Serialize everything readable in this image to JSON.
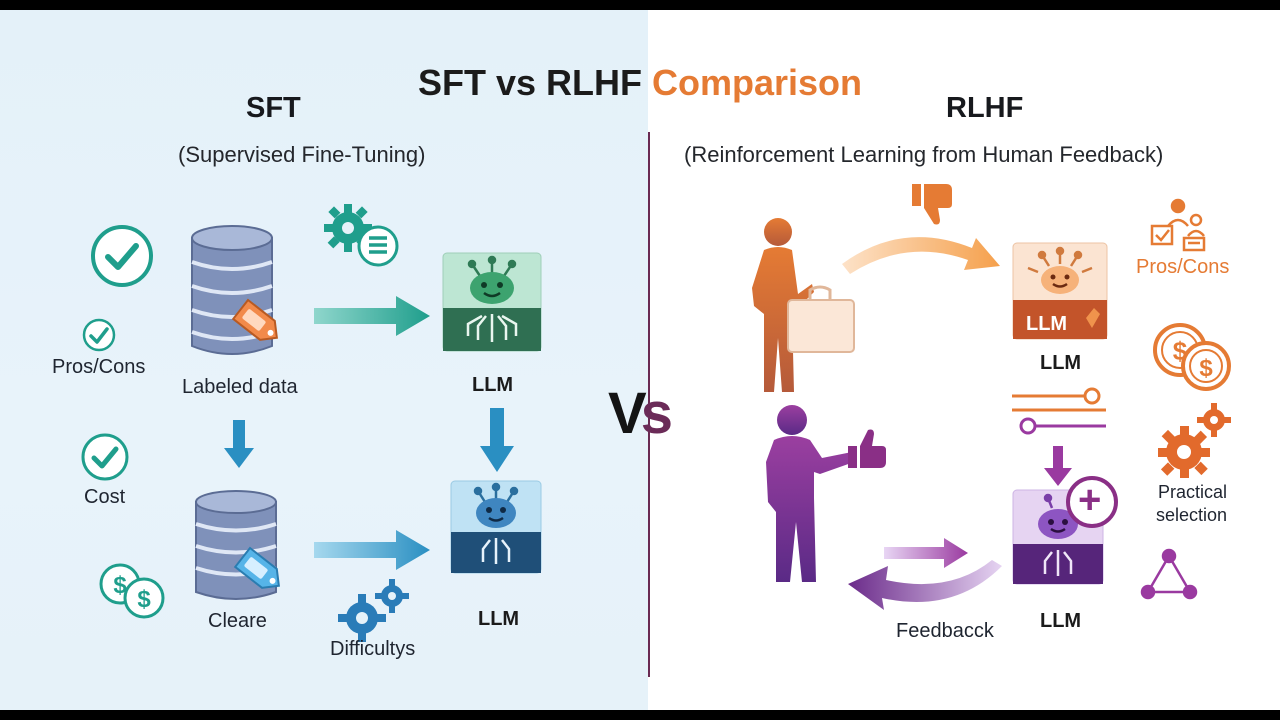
{
  "title": {
    "part1": "SFT vs RLHF",
    "part2": "Comparison"
  },
  "vs": {
    "v": "V",
    "s": "s"
  },
  "sft": {
    "heading": "SFT",
    "subheading": "(Supervised Fine-Tuning)",
    "labeled_data": "Labeled data",
    "llm_top": "LLM",
    "llm_bottom": "LLM",
    "clear_label": "Cleare",
    "difficulty_label": "Difficultys",
    "side_pros": "Pros/Cons",
    "side_cost": "Cost"
  },
  "rlhf": {
    "heading": "RLHF",
    "subheading": "(Reinforcement Learning from Human Feedback)",
    "llm_top_box": "LLM",
    "llm_top": "LLM",
    "llm_bottom": "LLM",
    "plus": "+",
    "feedback": "Feedbacck",
    "side_pros": "Pros/Cons",
    "side_practical_1": "Practical",
    "side_practical_2": "selection"
  },
  "colors": {
    "teal": "#1f9e8c",
    "db_blue": "#7d8fb6",
    "orange": "#e57b34",
    "purple": "#6b2b8a",
    "llm_green": "#2f7a55"
  }
}
